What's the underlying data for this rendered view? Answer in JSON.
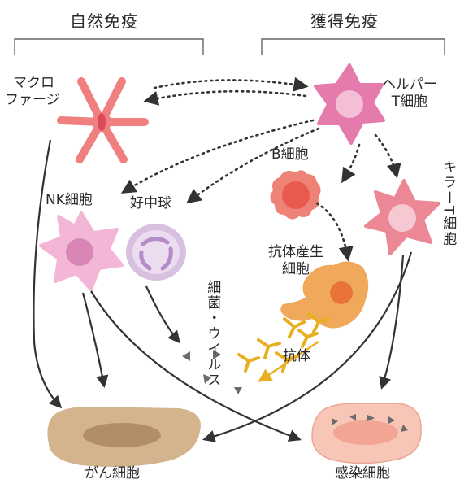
{
  "groups": {
    "innate": "自然免疫",
    "adaptive": "獲得免疫"
  },
  "cells": {
    "macrophage": [
      "マクロ",
      "ファージ"
    ],
    "helper_t": [
      "ヘルパー",
      "T細胞"
    ],
    "b_cell": "B細胞",
    "killer_t": "キラーT細胞",
    "nk_cell": "NK細胞",
    "neutrophil": "好中球",
    "plasma_cell": [
      "抗体産生",
      "細胞"
    ],
    "cancer_cell": "がん細胞",
    "infected_cell": "感染細胞"
  },
  "agents": {
    "pathogen": "細菌・ウイルス",
    "antibody": "抗体"
  },
  "colors": {
    "macrophage": "#f07f80",
    "helper_t": "#e47bac",
    "b_cell": "#ee8277",
    "killer_t": "#ec8896",
    "nk_cell": "#f3b6d6",
    "neutrophil": "#d8c1df",
    "plasma_cell": "#f0a85a",
    "antibody": "#e8b020",
    "cancer_cell": "#d3b48d",
    "infected_cell": "#f7c6b7"
  }
}
